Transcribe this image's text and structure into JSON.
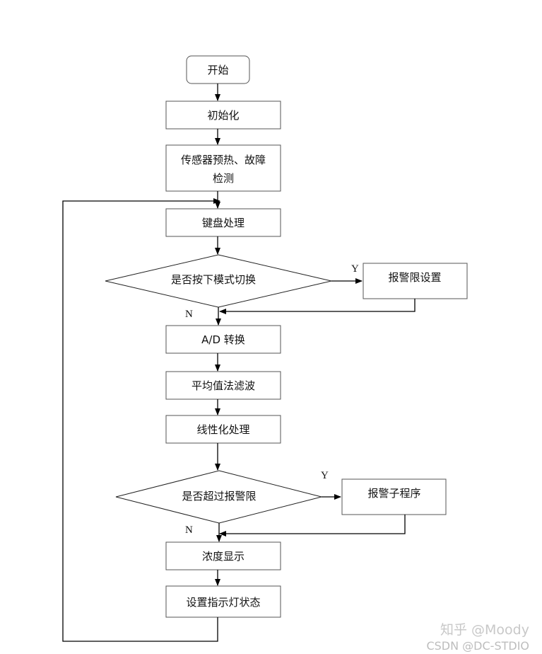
{
  "nodes": {
    "start": "开始",
    "init": "初始化",
    "sensor_line1": "传感器预热、故障",
    "sensor_line2": "检测",
    "keyboard": "键盘处理",
    "mode_switch": "是否按下模式切换",
    "alarm_limit_set": "报警限设置",
    "ad_convert": "A/D 转换",
    "avg_filter": "平均值法滤波",
    "linearize": "线性化处理",
    "over_limit": "是否超过报警限",
    "alarm_sub": "报警子程序",
    "concentration_display": "浓度显示",
    "set_lamp": "设置指示灯状态"
  },
  "labels": {
    "yes1": "Y",
    "no1": "N",
    "yes2": "Y",
    "no2": "N"
  },
  "watermark": {
    "zhihu": "知乎 @Moody",
    "csdn": "CSDN @DC-STDIO"
  }
}
